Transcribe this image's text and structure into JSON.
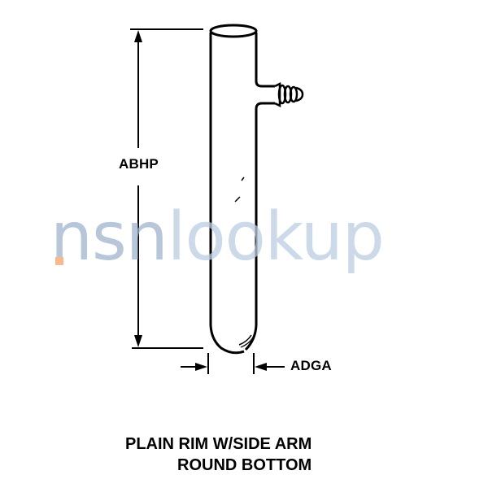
{
  "diagram": {
    "subject": "test tube with side arm",
    "dimensions": {
      "height_label": "ABHP",
      "diameter_label": "ADGA"
    },
    "caption": {
      "line1": "PLAIN RIM W/SIDE ARM",
      "line2": "ROUND BOTTOM"
    },
    "watermark": {
      "part1": "nsn",
      "part2": "lookup",
      "accent_color": "#f5a36a",
      "text_color": "#b3c6dc"
    },
    "colors": {
      "line": "#000000",
      "background": "#ffffff"
    }
  }
}
